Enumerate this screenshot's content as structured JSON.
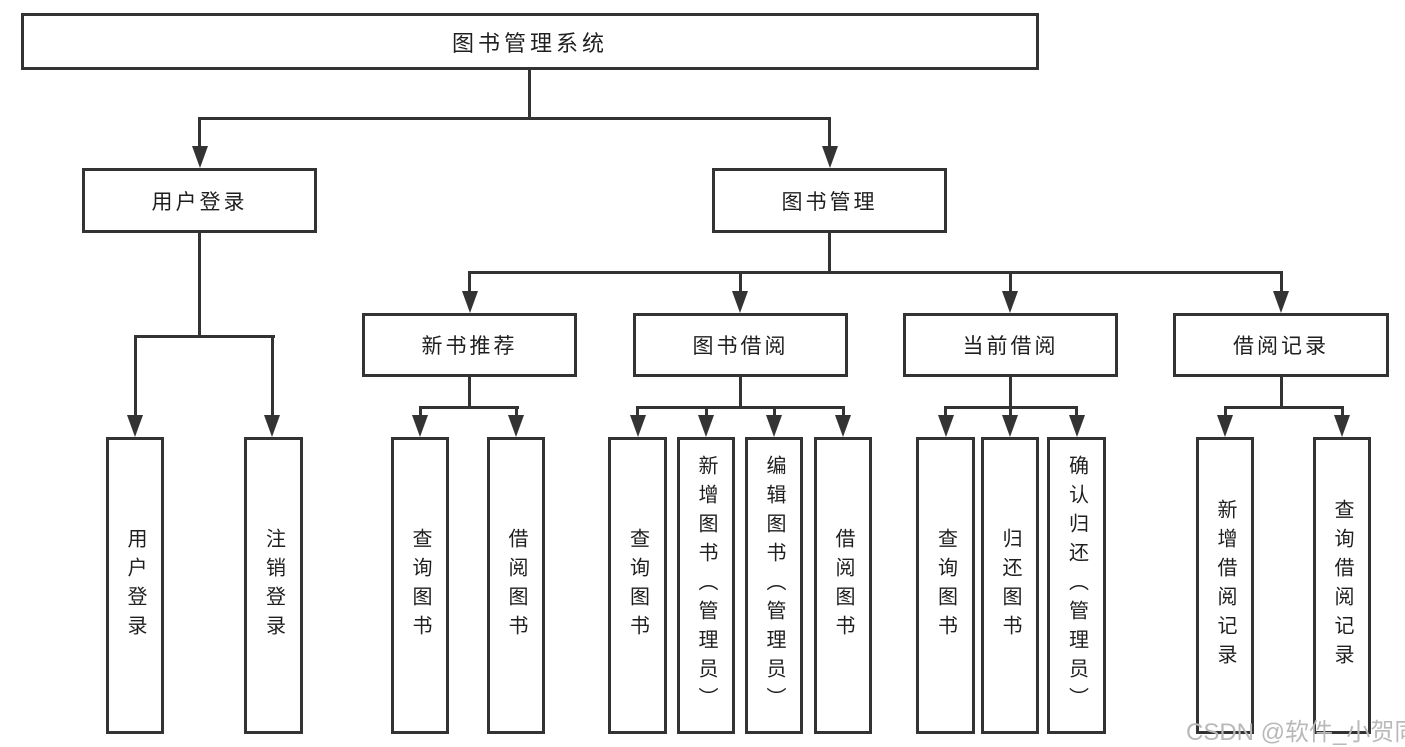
{
  "nodes": {
    "root": "图书管理系统",
    "user_login": "用户登录",
    "book_mgmt": "图书管理",
    "new_book_rec": "新书推荐",
    "book_borrow": "图书借阅",
    "current_borrow": "当前借阅",
    "borrow_records": "借阅记录",
    "leaves": {
      "user_login": [
        "用户登录",
        "注销登录"
      ],
      "new_book_rec": [
        "查询图书",
        "借阅图书"
      ],
      "book_borrow": [
        "查询图书",
        "新增图书（管理员）",
        "编辑图书（管理员）",
        "借阅图书"
      ],
      "current_borrow": [
        "查询图书",
        "归还图书",
        "确认归还（管理员）"
      ],
      "borrow_records": [
        "新增借阅记录",
        "查询借阅记录"
      ]
    }
  },
  "watermark": "CSDN @软件_小贺同学",
  "colors": {
    "line": "#333333",
    "text": "#1f1f1f",
    "watermark": "#b9b9b9",
    "background": "#ffffff"
  }
}
